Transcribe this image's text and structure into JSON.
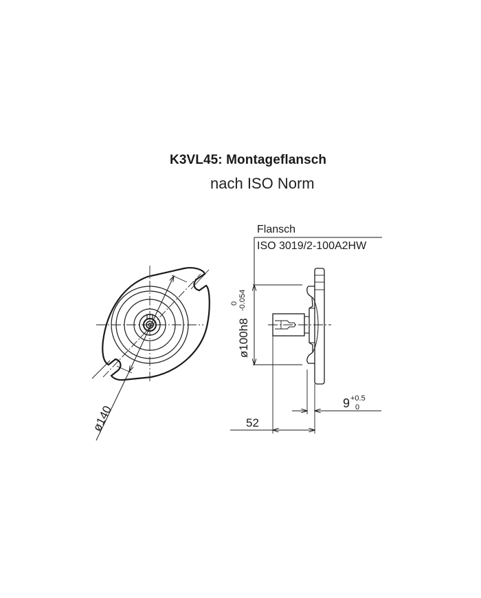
{
  "header": {
    "title": "K3VL45: Montageflansch",
    "subtitle": "nach ISO Norm"
  },
  "side_view": {
    "flange_label": "Flansch",
    "flange_standard": "ISO 3019/2-100A2HW",
    "pilot_diameter": "ø100h8",
    "pilot_tol_upper": "0",
    "pilot_tol_lower": "-0.054",
    "shaft_length": "52",
    "pilot_depth": "9",
    "pilot_depth_tol_upper": "+0.5",
    "pilot_depth_tol_lower": "0"
  },
  "front_view": {
    "bolt_circle_diameter": "ø140"
  },
  "colors": {
    "line": "#1a1a1a",
    "background": "#ffffff"
  }
}
